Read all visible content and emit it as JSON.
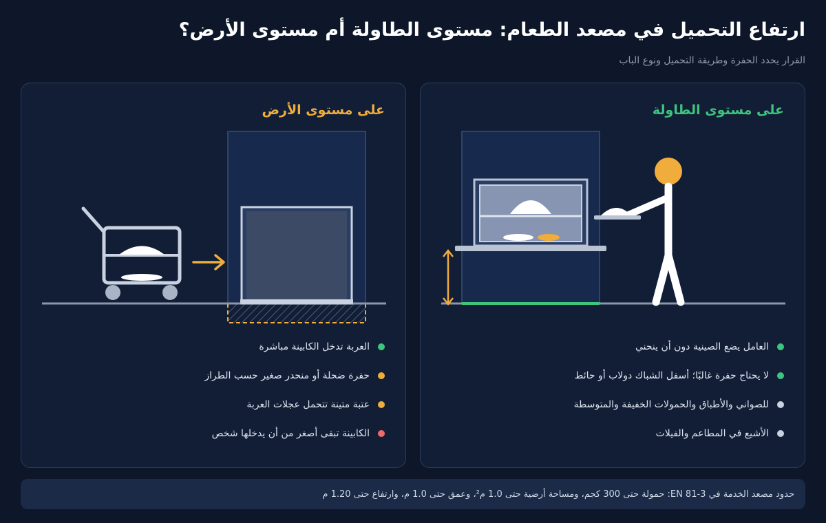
{
  "header": {
    "title": "ارتفاع التحميل في مصعد الطعام: مستوى الطاولة أم مستوى الأرض؟",
    "subtitle": "القرار يحدد الحفرة وطريقة التحميل ونوع الباب"
  },
  "panels": {
    "table_level": {
      "title": "على مستوى الطاولة",
      "bullets": [
        {
          "text": "العامل يضع الصينية دون أن ينحني",
          "color": "#3fc47e"
        },
        {
          "text": "لا يحتاج حفرة غالبًا؛ أسفل الشباك دولاب أو حائط",
          "color": "#3fc47e"
        },
        {
          "text": "للصواني والأطباق والحمولات الخفيفة والمتوسطة",
          "color": "#c9d2e0"
        },
        {
          "text": "الأشيع في المطاعم والفيلات",
          "color": "#c9d2e0"
        }
      ]
    },
    "floor_level": {
      "title": "على مستوى الأرض",
      "bullets": [
        {
          "text": "العربة تدخل الكابينة مباشرة",
          "color": "#3fc47e"
        },
        {
          "text": "حفرة ضحلة أو منحدر صغير حسب الطراز",
          "color": "#f1ad3c"
        },
        {
          "text": "عتبة متينة تتحمل عجلات العربة",
          "color": "#f1ad3c"
        },
        {
          "text": "الكابينة تبقى أصغر من أن يدخلها شخص",
          "color": "#ef6b6b"
        }
      ]
    }
  },
  "footer": {
    "note": "حدود مصعد الخدمة في EN 81-3: حمولة حتى 300 كجم، ومساحة أرضية حتى 1.0 م²، وعمق حتى 1.0 م، وارتفاع حتى 1.20 م"
  },
  "colors": {
    "green": "#3fc47e",
    "orange": "#f1ad3c",
    "red": "#ef6b6b",
    "gray_dot": "#c9d2e0",
    "background": "#0d1729",
    "panel": "#111e36"
  }
}
